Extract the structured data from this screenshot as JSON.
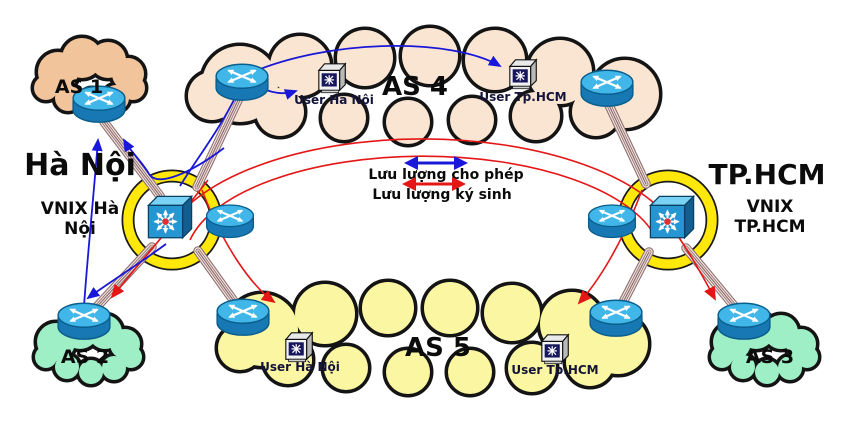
{
  "as_clouds": {
    "as1": {
      "label": "AS 1",
      "fill": "#F2C49C"
    },
    "as2": {
      "label": "AS 2",
      "fill": "#9FEFC6"
    },
    "as3": {
      "label": "AS 3",
      "fill": "#9FEFC6"
    },
    "as4": {
      "label": "AS 4",
      "fill": "#FAE5D2"
    },
    "as5": {
      "label": "AS 5",
      "fill": "#FAF6A2"
    }
  },
  "regions": {
    "hanoi": {
      "city_label": "Hà Nội",
      "vnix_label_line1": "VNIX Hà",
      "vnix_label_line2": "Nội"
    },
    "tphcm": {
      "city_label": "TP.HCM",
      "vnix_label_line1": "VNIX",
      "vnix_label_line2": "TP.HCM"
    }
  },
  "users": {
    "as4_hanoi": "User Hà Nội",
    "as4_tphcm": "User Tp.HCM",
    "as5_hanoi": "User Hà Nội",
    "as5_tphcm": "User Tp.HCM"
  },
  "legend": {
    "allowed_label": "Lưu lượng cho phép",
    "parasite_label": "Lưu lượng ký sinh"
  },
  "colors": {
    "allowed_traffic": "#1A18D8",
    "parasite_traffic": "#E51616",
    "vnix_ring_yellow": "#FFE80A",
    "link_bundle": "#8F6F73",
    "router_top": "#41B6E8",
    "cloud_outline": "#141414"
  },
  "icons": {
    "router": "cisco-router-icon",
    "switch": "cisco-multilayer-switch-icon",
    "workstation": "user-workstation-icon"
  }
}
